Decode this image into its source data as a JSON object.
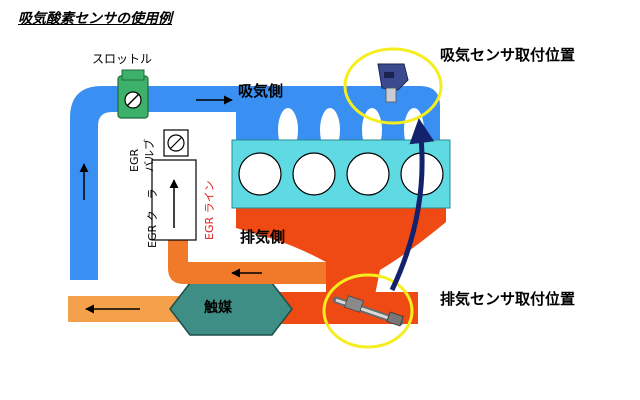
{
  "title": "吸気酸素センサの使用例",
  "labels": {
    "throttle": "スロットル",
    "intake_side": "吸気側",
    "exhaust_side": "排気側",
    "intake_sensor_position": "吸気センサ取付位置",
    "exhaust_sensor_position": "排気センサ取付位置",
    "catalyst": "触媒",
    "egr_valve_line1": "EGR",
    "egr_valve_line2": "バルブ",
    "egr_cooler": "EGR クーラー",
    "egr_line": "EGR ライン"
  },
  "colors": {
    "intake_pipe": "#3a8ff2",
    "exhaust_pipe": "#f04a14",
    "egr_pipe": "#f07a2a",
    "tail_pipe": "#f5a04a",
    "engine_block": "#5fd9e2",
    "catalyst": "#3f8e86",
    "throttle_body": "#3db06a",
    "highlight_ring": "#f4ee1f",
    "sensor_arrow": "#14226b",
    "egr_line_text": "#e21a1a"
  },
  "icons": {
    "flow_arrow": "arrow-icon",
    "throttle": "throttle-valve-icon",
    "egr_valve": "egr-valve-icon",
    "intake_sensor": "intake-oxygen-sensor-icon",
    "exhaust_sensor": "exhaust-oxygen-sensor-icon"
  }
}
